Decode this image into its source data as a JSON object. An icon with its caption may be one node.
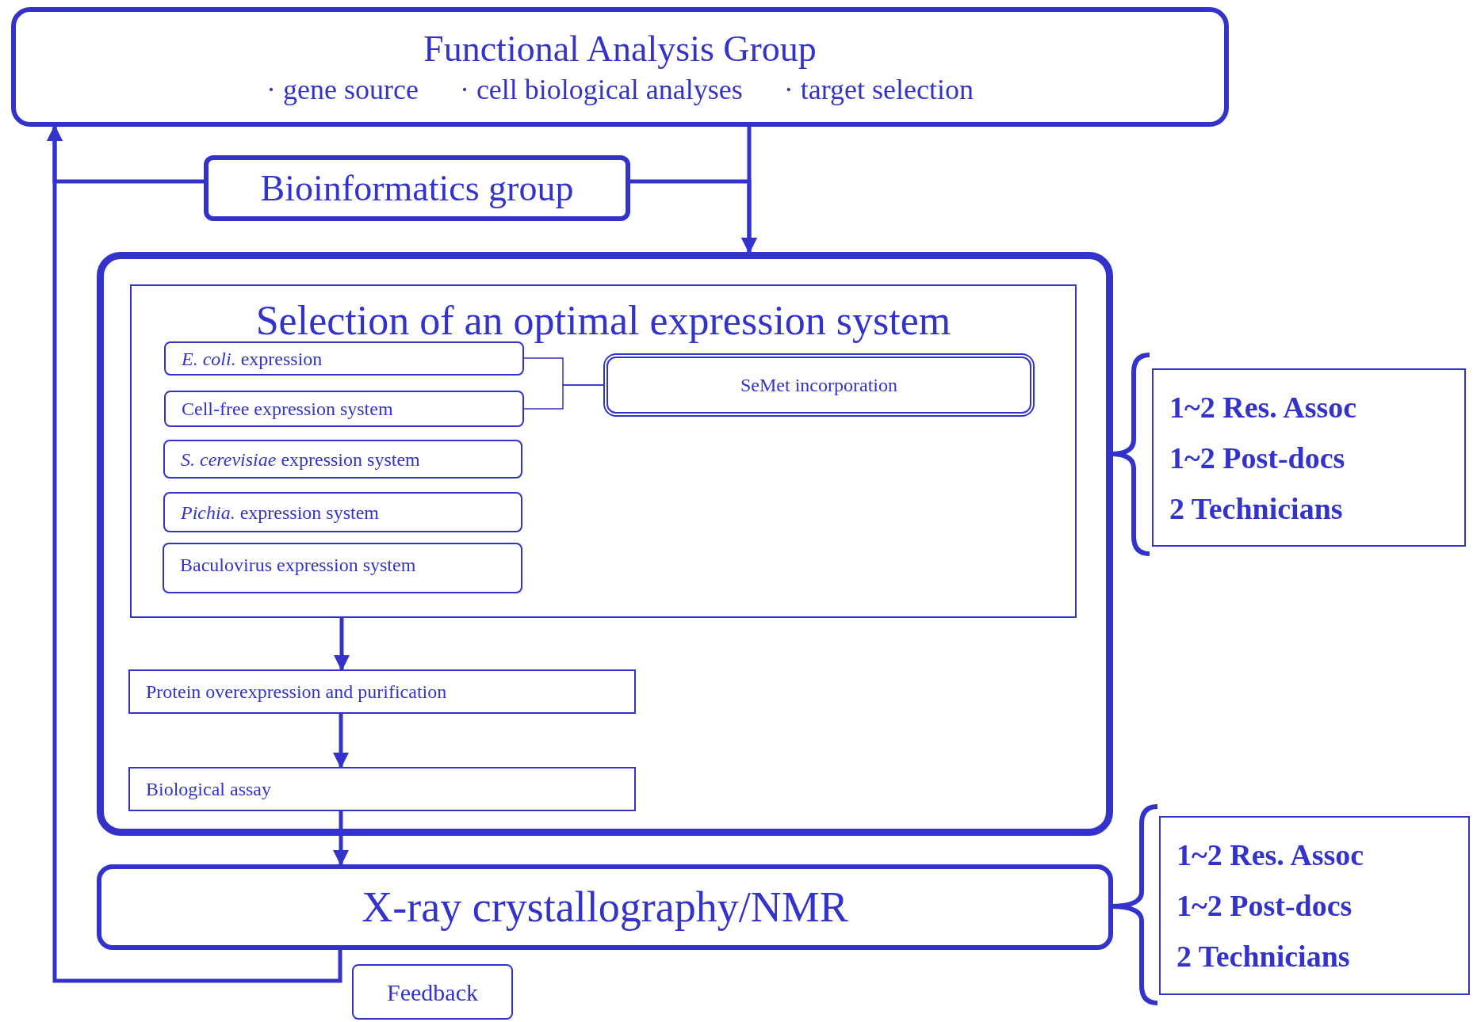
{
  "diagram": {
    "nodes": [
      {
        "text": [
          "Functional Analysis Group",
          "· gene source",
          "· cell biological analyses",
          "· target selection"
        ]
      },
      {
        "text": [
          "Bioinformatics group"
        ]
      },
      {
        "text": [],
        "shape": "box"
      },
      {
        "text": [
          "Selection of an optimal expression system"
        ],
        "in": 2
      },
      {
        "text": [
          "*E. coli.* expression"
        ],
        "in": 3
      },
      {
        "text": [
          "Cell-free expression system"
        ],
        "in": 3
      },
      {
        "text": [
          "*S. cerevisiae* expression system"
        ],
        "in": 3
      },
      {
        "text": [
          "*Pichia.* expression system"
        ],
        "in": 3
      },
      {
        "text": [
          "Baculovirus expression system"
        ],
        "in": 3
      },
      {
        "text": [
          "SeMet incorporation"
        ],
        "in": 3
      },
      {
        "text": [
          "Protein overexpression and purification"
        ],
        "in": 2
      },
      {
        "text": [
          "Biological assay"
        ],
        "in": 2
      },
      {
        "text": [
          "X-ray crystallography/NMR"
        ]
      },
      {
        "text": [
          "Feedback"
        ]
      },
      {
        "text": [
          "1~2 Res. Assoc",
          "1~2 Post-docs",
          "2 Technicians"
        ]
      },
      {
        "text": [
          "1~2 Res. Assoc",
          "1~2 Post-docs",
          "2 Technicians"
        ]
      }
    ],
    "edges": [
      {
        "from": 0,
        "to": 2,
        "arrow": "to"
      },
      {
        "from": 1,
        "to": 2,
        "arrow": "to"
      },
      {
        "from": 1,
        "to": 0,
        "arrow": "to"
      },
      {
        "from": 4,
        "to": 9,
        "arrow": "none"
      },
      {
        "from": 5,
        "to": 9,
        "arrow": "none"
      },
      {
        "from": 3,
        "to": 10,
        "arrow": "to"
      },
      {
        "from": 10,
        "to": 11,
        "arrow": "to"
      },
      {
        "from": 11,
        "to": 12,
        "arrow": "to"
      },
      {
        "from": 12,
        "to": 0,
        "arrow": "to"
      }
    ]
  }
}
